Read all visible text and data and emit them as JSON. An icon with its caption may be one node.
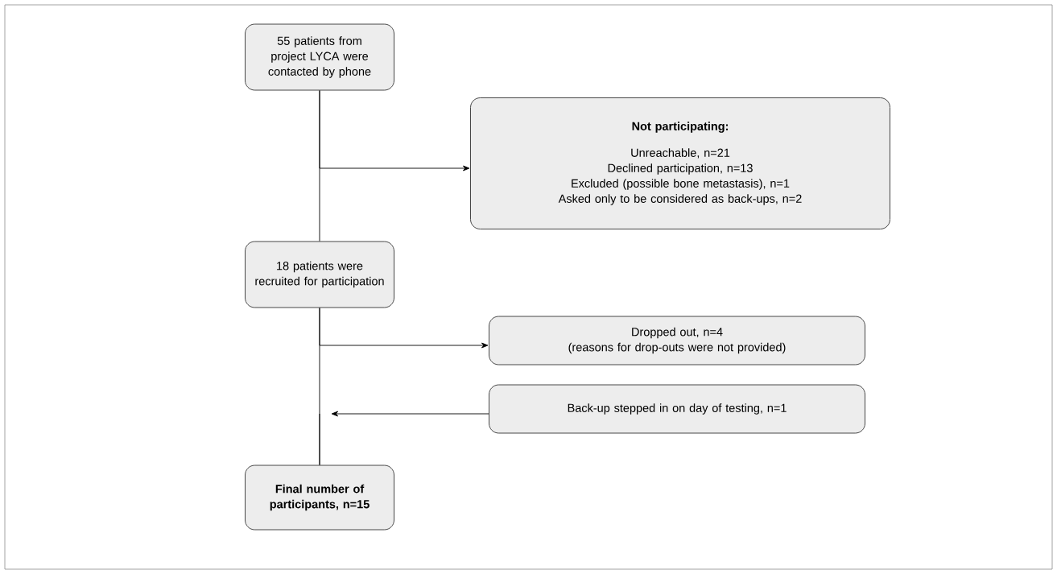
{
  "diagram": {
    "nodes": [
      {
        "text": [
          "55 patients from project LYCA were contacted by phone"
        ]
      },
      {
        "text": [
          "Not participating:",
          "Unreachable, n=21",
          "Declined participation, n=13",
          "Excluded (possible bone metastasis), n=1",
          "Asked only to be considered as back-ups, n=2"
        ]
      },
      {
        "text": [
          "18 patients were recruited for participation"
        ]
      },
      {
        "text": [
          "Dropped out, n=4",
          "(reasons for drop-outs were not provided)"
        ]
      },
      {
        "text": [
          "Back-up stepped in on day of testing, n=1"
        ]
      },
      {
        "text": [
          "Final number of participants, n=15"
        ]
      }
    ],
    "edges": [
      {
        "from": 0,
        "to": 2,
        "arrow": "none"
      },
      {
        "from": 0,
        "to": 1,
        "arrow": "to"
      },
      {
        "from": 2,
        "to": 5,
        "arrow": "none"
      },
      {
        "from": 2,
        "to": 3,
        "arrow": "to"
      },
      {
        "from": 4,
        "to": 5,
        "arrow": "to"
      }
    ]
  }
}
